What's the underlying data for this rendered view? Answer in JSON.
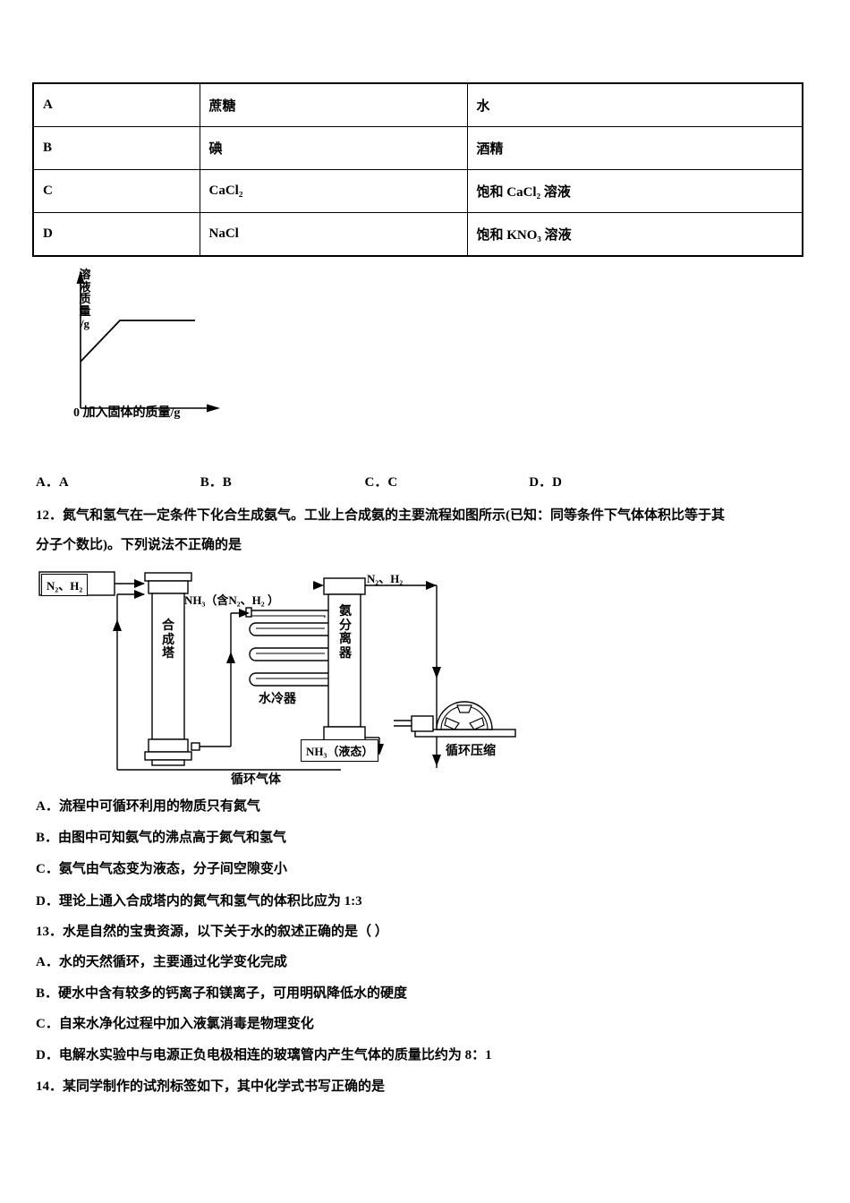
{
  "table": {
    "rows": [
      {
        "letter": "A",
        "solute": "蔗糖",
        "solvent": "水"
      },
      {
        "letter": "B",
        "solute": "碘",
        "solvent": "酒精"
      },
      {
        "letter": "C",
        "solute_html": "CaCl2",
        "solute": "CaCl₂",
        "solvent": "饱和 CaCl₂ 溶液"
      },
      {
        "letter": "D",
        "solute": "NaCl",
        "solvent": "饱和 KNO₃ 溶液"
      }
    ]
  },
  "graph": {
    "y_axis_label_chars": [
      "溶",
      "液",
      "质",
      "量",
      "/g"
    ],
    "x_axis_label": "0 加入固体的质量/g"
  },
  "chart_data": {
    "type": "line",
    "title": "",
    "xlabel": "加入固体的质量/g",
    "ylabel": "溶液质量/g",
    "series": [
      {
        "name": "溶液质量",
        "x": [
          0,
          0.33,
          1.0
        ],
        "y": [
          0.28,
          0.62,
          0.62
        ]
      }
    ],
    "xlim": [
      0,
      1.0
    ],
    "ylim": [
      0,
      1.0
    ],
    "grid": false,
    "legend": "none",
    "annotation": "曲线先上升后保持水平（饱和后不再溶解）"
  },
  "q11_choices": [
    "A．A",
    "B．B",
    "C．C",
    "D．D"
  ],
  "q12": {
    "stem_line1": "12．氮气和氢气在一定条件下化合生成氨气。工业上合成氨的主要流程如图所示(已知：同等条件下气体体积比等于其",
    "stem_line2": "分子个数比)。下列说法不正确的是",
    "options": [
      "A．流程中可循环利用的物质只有氮气",
      "B．由图中可知氨气的沸点高于氮气和氢气",
      "C．氨气由气态变为液态，分子间空隙变小",
      "D．理论上通入合成塔内的氮气和氢气的体积比应为 1:3"
    ]
  },
  "diagram": {
    "feed_label": "N₂、H₂",
    "tower_label_chars": [
      "合",
      "成",
      "塔"
    ],
    "product_label": "NH₃（含N₂、H₂ ）",
    "cooler_label": "水冷器",
    "separator_label_chars": [
      "氨",
      "分",
      "离",
      "器"
    ],
    "separator_out_label": "N₂、H₂",
    "liquid_label": "NH₃（液态）",
    "compressor_label": "循环压缩",
    "recycle_label": "循环气体"
  },
  "q13": {
    "stem": "13．水是自然的宝贵资源，以下关于水的叙述正确的是（ ）",
    "options": [
      "A．水的天然循环，主要通过化学变化完成",
      "B．硬水中含有较多的钙离子和镁离子，可用明矾降低水的硬度",
      "C．自来水净化过程中加入液氯消毒是物理变化",
      "D．电解水实验中与电源正负电极相连的玻璃管内产生气体的质量比约为 8：1"
    ]
  },
  "q14": {
    "stem": "14．某同学制作的试剂标签如下，其中化学式书写正确的是"
  }
}
